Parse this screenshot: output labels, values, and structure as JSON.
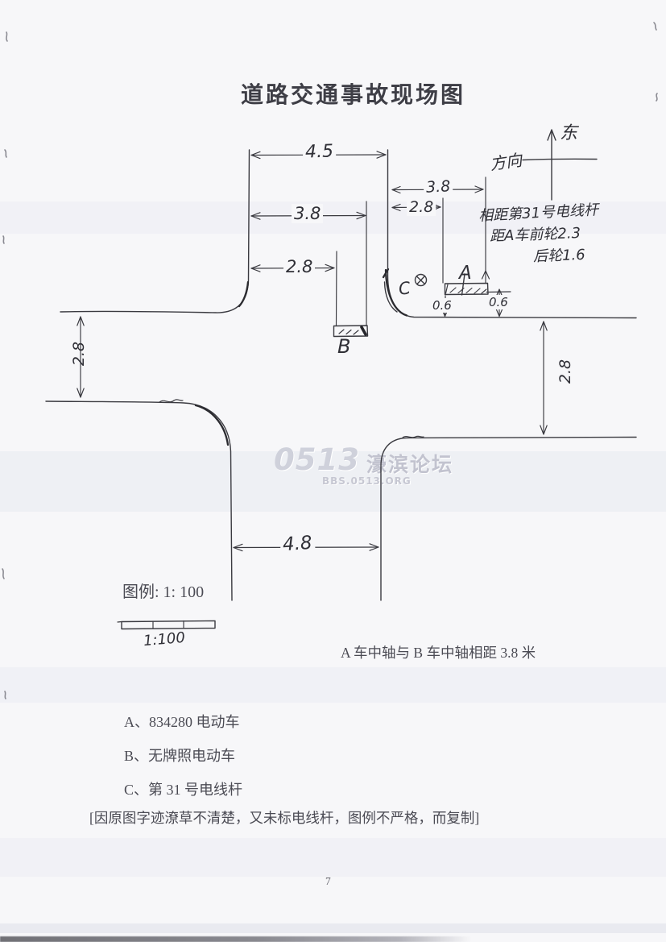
{
  "page": {
    "title": "道路交通事故现场图",
    "page_number": "7"
  },
  "compass": {
    "east_label": "东",
    "direction_label": "方向"
  },
  "handwritten_notes": {
    "line1": "相距第31号电线杆",
    "line2": "距A车前轮2.3",
    "line3": "后轮1.6"
  },
  "diagram": {
    "dimensions": {
      "north_road_width": "4.5",
      "b_vehicle_right": "3.8",
      "b_vehicle_left": "2.8",
      "a_vehicle_right": "3.8",
      "a_vehicle_left": "2.8",
      "west_road_width": "2.8",
      "east_road_width": "2.8",
      "south_road_width": "4.8",
      "a_offset_left": "0.6",
      "a_offset_right": "0.6"
    },
    "labels": {
      "vehicle_a": "A",
      "vehicle_b": "B",
      "pole_c": "C"
    }
  },
  "legend": {
    "printed": "图例: 1: 100",
    "scale_handwritten": "1:100"
  },
  "caption": "A 车中轴与 B 车中轴相距 3.8 米",
  "list": {
    "items": [
      {
        "label": "A、834280 电动车"
      },
      {
        "label": "B、无牌照电动车"
      },
      {
        "label": "C、第 31 号电线杆"
      }
    ],
    "note": "[因原图字迹潦草不清楚，又未标电线杆，图例不严格，而复制]"
  },
  "watermark": {
    "logo": "0513",
    "name": "濠滨论坛",
    "url": "BBS.0513.ORG"
  },
  "colors": {
    "ink": "#3a3a40",
    "printed_text": "#4b4b54",
    "paper": "#f7f7f9",
    "watermark": "#c6c7d2"
  }
}
